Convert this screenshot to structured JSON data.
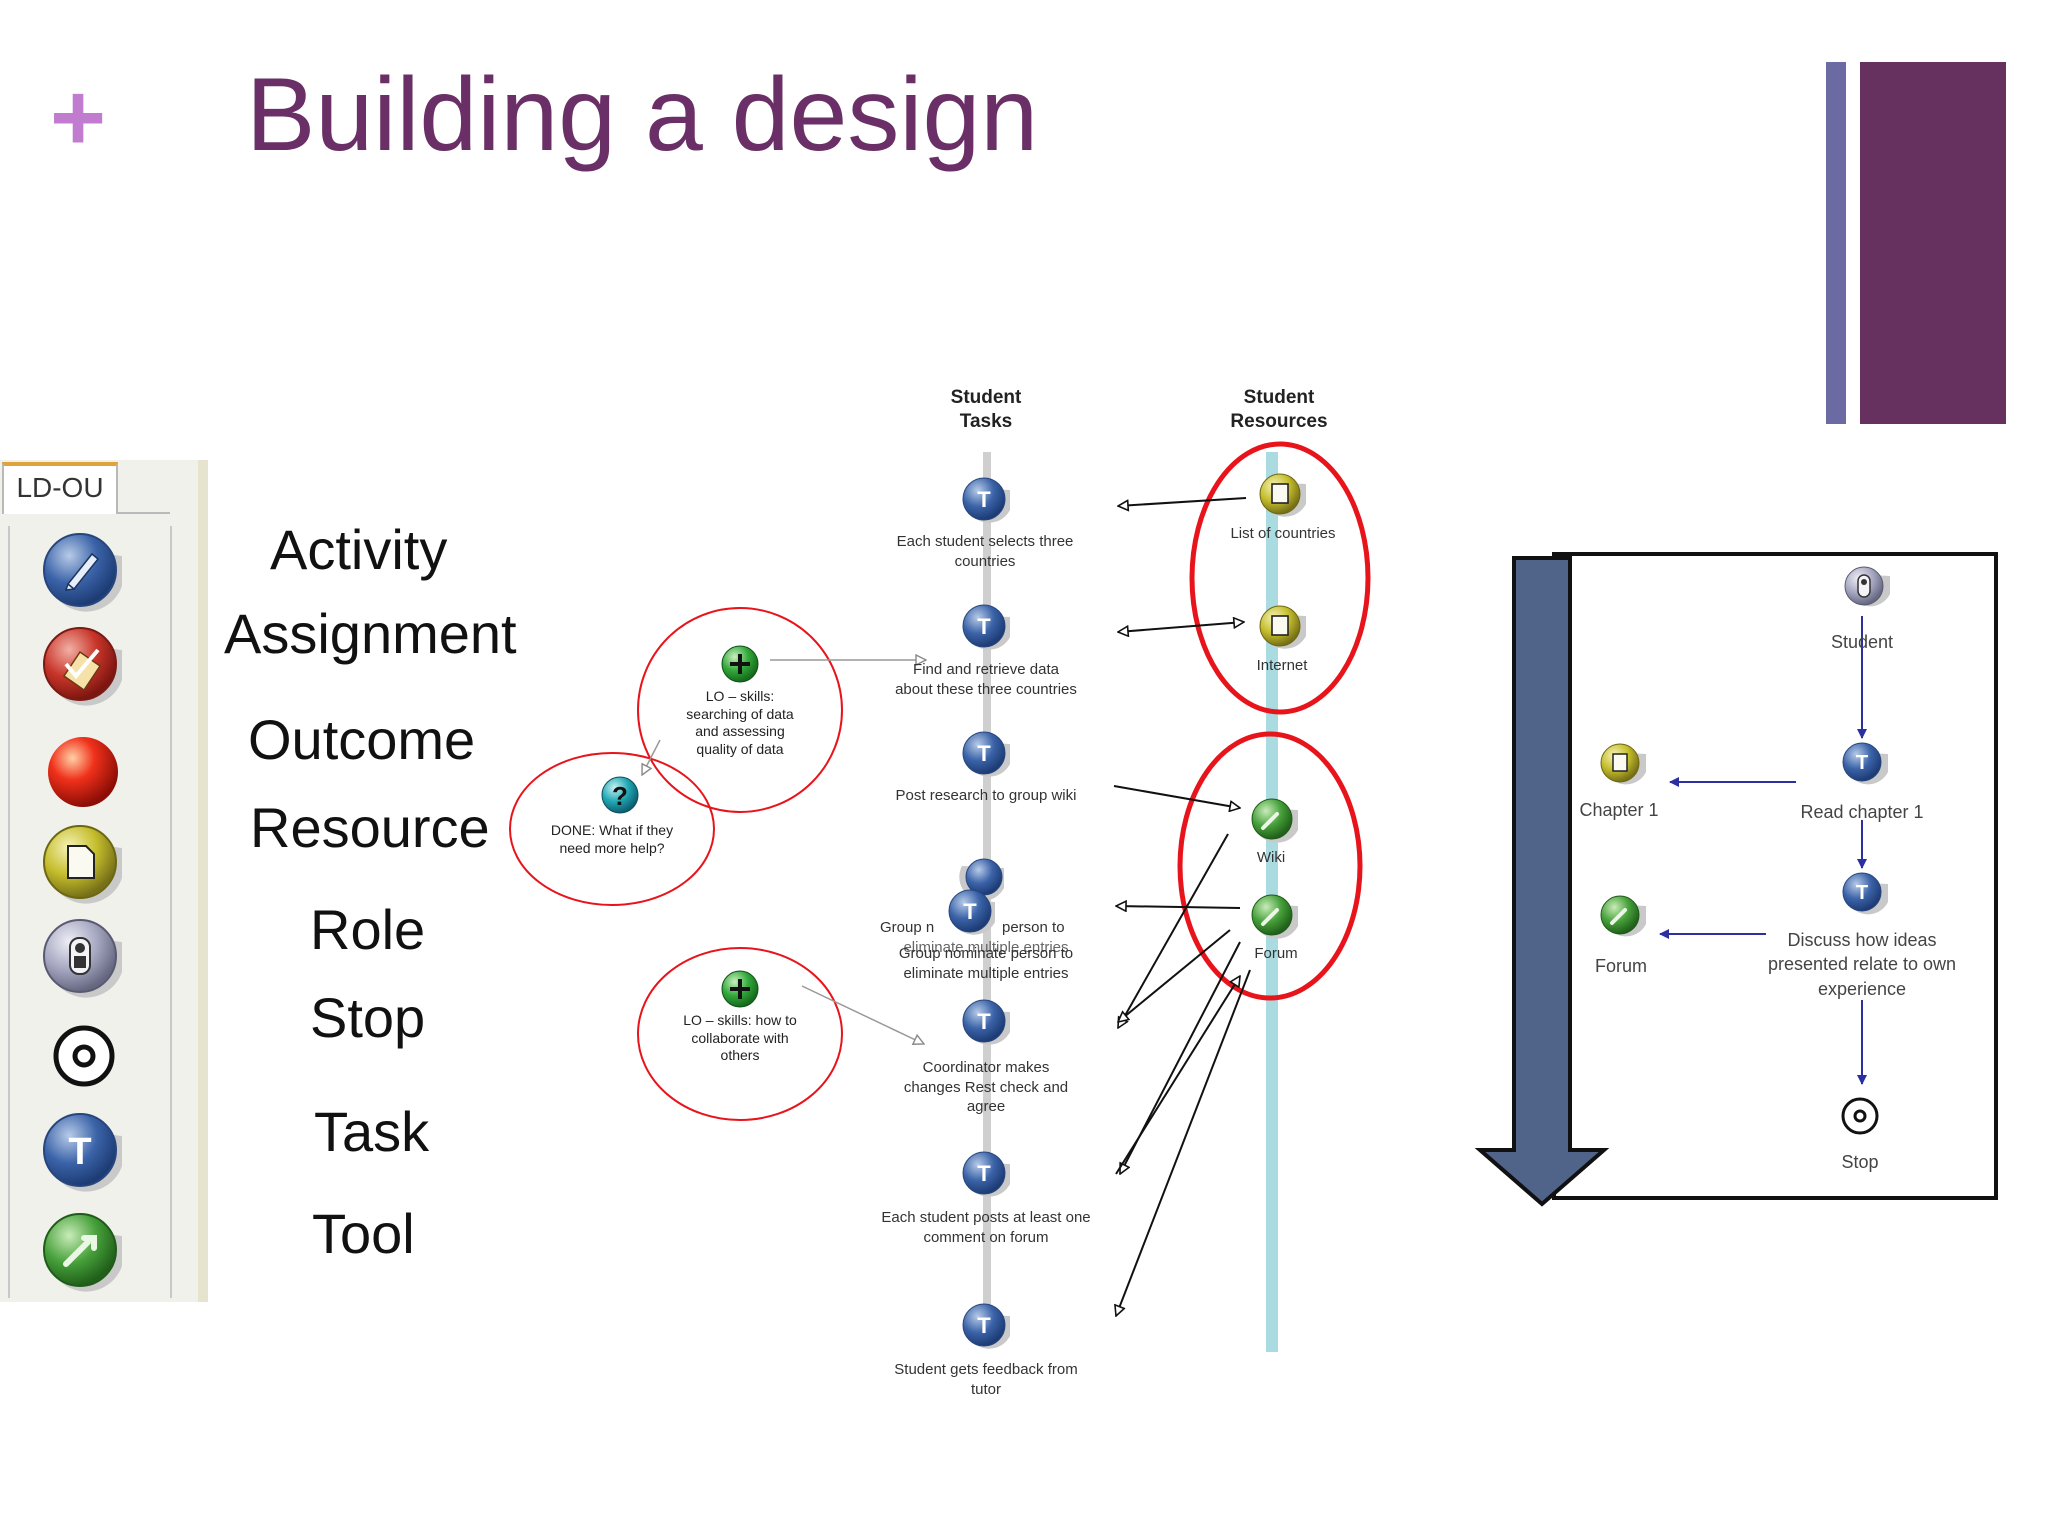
{
  "slide": {
    "title": "Building a design",
    "plus_glyph": "+",
    "colors": {
      "title": "#6a2f66",
      "plus": "#c17ccf",
      "bar_light": "#6b6aa3",
      "bar_dark": "#66305f",
      "highlight": "#e8141b"
    }
  },
  "palette": {
    "tab_label": "LD-OU",
    "icons": [
      "activity-icon",
      "assignment-icon",
      "outcome-icon",
      "resource-icon",
      "role-icon",
      "stop-icon",
      "task-icon",
      "tool-icon"
    ]
  },
  "terms": [
    "Activity",
    "Assignment",
    "Outcome",
    "Resource",
    "Role",
    "Stop",
    "Task",
    "Tool"
  ],
  "sequence": {
    "col_tasks": [
      "Student",
      "Tasks"
    ],
    "col_resources": [
      "Student",
      "Resources"
    ],
    "tasks": [
      [
        "Each student selects three",
        "countries"
      ],
      [
        "Find and retrieve data",
        "about these three countries"
      ],
      [
        "Post research to group wiki"
      ],
      [
        "Group n",
        "person to",
        "eliminate multiple entries",
        "Group nominate person to",
        "eliminate multiple entries"
      ],
      [
        "Coordinator makes",
        "changes Rest check and",
        "agree"
      ],
      [
        "Each student posts at least one",
        "comment on forum"
      ],
      [
        "Student gets feedback from",
        "tutor"
      ]
    ],
    "resources": [
      "List of countries",
      "Internet",
      "Wiki",
      "Forum"
    ],
    "outcomes": [
      [
        "LO – skills:",
        "searching of data",
        "and assessing",
        "quality of data"
      ],
      [
        "LO – skills: how to",
        "collaborate with",
        "others"
      ]
    ],
    "question": [
      "DONE: What if they",
      "need more help?"
    ]
  },
  "flow": {
    "nodes": {
      "role": "Student",
      "task1": "Read chapter 1",
      "resource": "Chapter 1",
      "task2": [
        "Discuss how ideas",
        "presented relate to own",
        "experience"
      ],
      "tool": "Forum",
      "stop": "Stop"
    }
  }
}
